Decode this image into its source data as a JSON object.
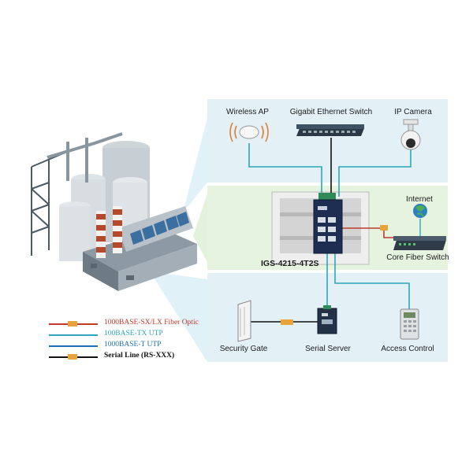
{
  "colors": {
    "fiber": "#c0392b",
    "tx_utp": "#2aa7b8",
    "t_utp": "#1f6fb2",
    "serial": "#111111",
    "panel_blue": "#e3f1f7",
    "panel_green": "#e6f3df",
    "tag_orange": "#e8a33d"
  },
  "devices": {
    "wireless_ap": "Wireless AP",
    "gigabit_switch": "Gigabit Ethernet Switch",
    "ip_camera": "IP Camera",
    "internet": "Internet",
    "core_fiber_switch": "Core Fiber Switch",
    "main_switch": "IGS-4215-4T2S",
    "security_gate": "Security Gate",
    "serial_server": "Serial Server",
    "access_control": "Access Control"
  },
  "legend": [
    {
      "label": "1000BASE-SX/LX Fiber Optic",
      "color": "#c0392b",
      "tag": true
    },
    {
      "label": "100BASE-TX UTP",
      "color": "#2aa7b8",
      "tag": false
    },
    {
      "label": "1000BASE-T UTP",
      "color": "#1f6fb2",
      "tag": false
    },
    {
      "label": "Serial Line (RS-XXX)",
      "color": "#111111",
      "tag": true
    }
  ],
  "icons": {
    "factory": "factory-icon",
    "wireless_ap": "wireless-ap-icon",
    "switch": "ethernet-switch-icon",
    "camera": "ip-camera-icon",
    "globe": "globe-icon",
    "gate": "security-gate-icon",
    "keypad": "access-control-keypad-icon"
  }
}
